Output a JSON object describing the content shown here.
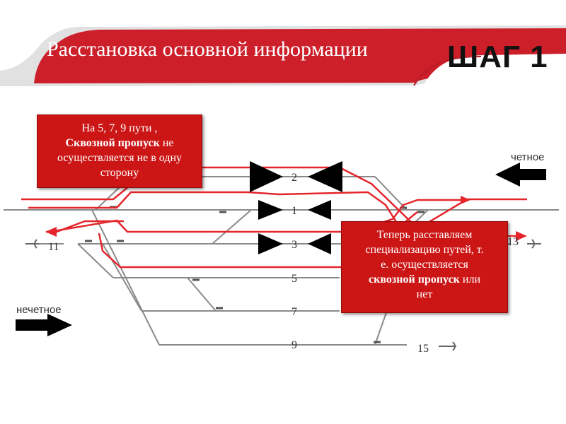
{
  "header": {
    "title": "Расстановка основной информации",
    "step": "ШАГ 1"
  },
  "colors": {
    "banner_red": "#cc1f2a",
    "route_red": "#e4262c",
    "track_grey": "#8a8a8a",
    "callout_red": "#cc1616",
    "signal_black": "#000000"
  },
  "directions": {
    "even": "четное",
    "odd": "нечетное"
  },
  "tracks": {
    "t2": "2",
    "t1": "1",
    "t3": "3",
    "t5": "5",
    "t7": "7",
    "t9": "9",
    "t11": "11",
    "t13": "13",
    "t15": "15"
  },
  "callouts": {
    "left": {
      "line1": "На 5, 7, 9 пути ,",
      "bold": "Сквозной пропуск",
      "rest1": " не",
      "line3": "осуществляется не в одну",
      "line4": "сторону"
    },
    "right": {
      "line1": "Теперь расставляем",
      "line2": "специализацию путей, т.",
      "line3": "е. осуществляется",
      "bold": "сквозной пропуск",
      "rest": " или",
      "line5": "нет"
    }
  },
  "icons": [
    "arrow-right-icon",
    "arrow-left-icon",
    "signal-triangle-icon",
    "buffer-stop-icon"
  ]
}
